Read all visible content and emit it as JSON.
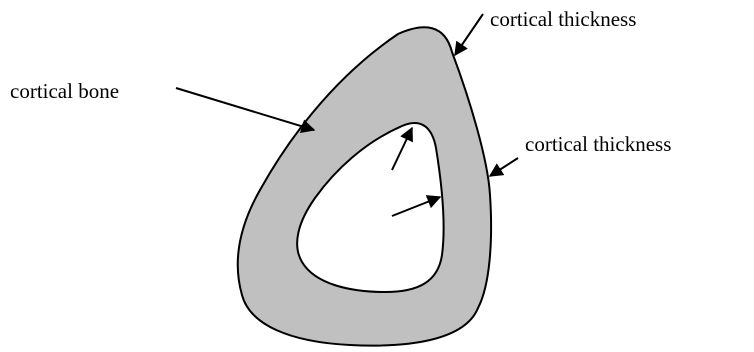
{
  "labels": {
    "bone": "cortical bone",
    "thickness_top": "cortical thickness",
    "thickness_right": "cortical thickness"
  },
  "colors": {
    "cortex_fill": "#c0c0c0",
    "outline": "#000000",
    "background": "#ffffff"
  }
}
